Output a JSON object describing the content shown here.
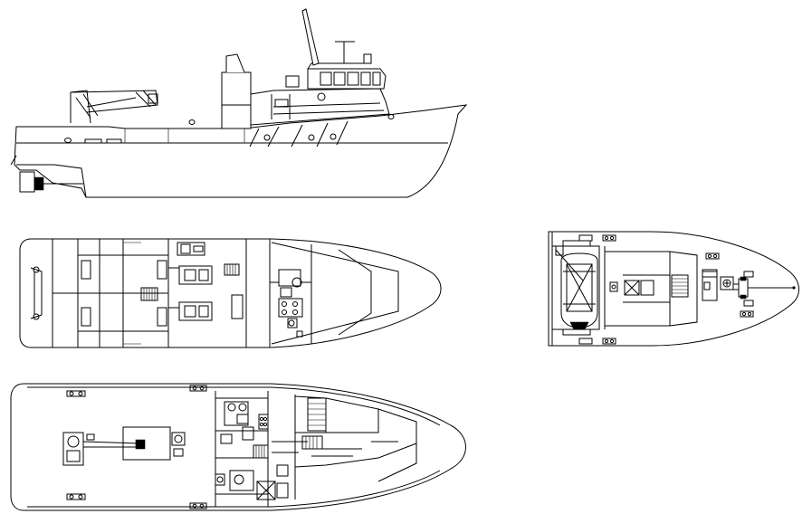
{
  "drawing": {
    "views": [
      {
        "key": "side_elevation",
        "name": "side-elevation-view"
      },
      {
        "key": "upper_deck_plan",
        "name": "upper-deck-plan"
      },
      {
        "key": "forecastle_plan",
        "name": "forecastle-deck-plan"
      },
      {
        "key": "main_deck_plan",
        "name": "main-deck-plan"
      }
    ],
    "colors": {
      "line": "#000000",
      "background": "#ffffff"
    },
    "icons": [
      "crane-icon",
      "rescue-boat-icon",
      "anchor-windlass-icon",
      "stairs-icon",
      "bollard-icon",
      "engine-unit-icon"
    ]
  }
}
